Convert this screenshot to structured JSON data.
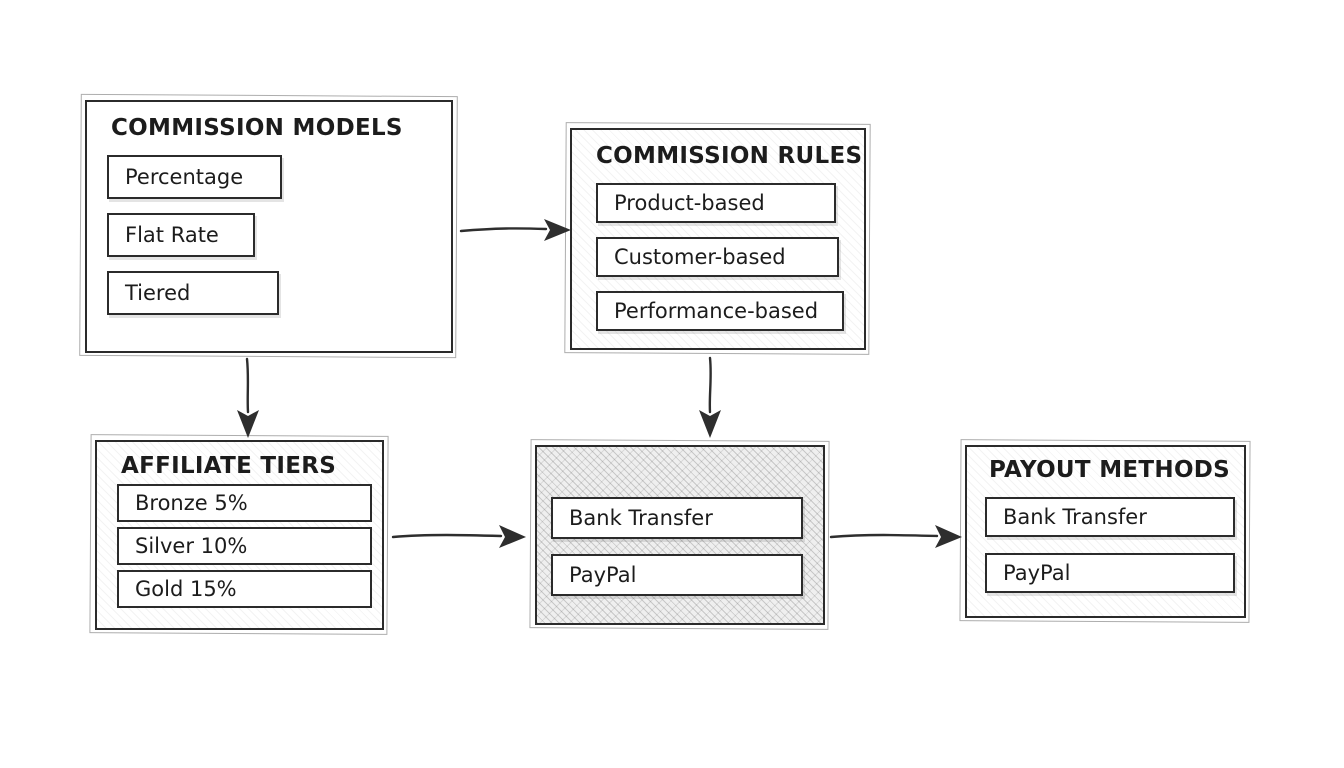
{
  "diagram": {
    "title": "Affiliate commission flow diagram",
    "colors": {
      "ink": "#2b2b2b",
      "background": "#ffffff",
      "hatch_fill": "#efefef"
    },
    "boxes": {
      "commission_models": {
        "title": "COMMISSION MODELS",
        "items": [
          "Percentage",
          "Flat Rate",
          "Tiered"
        ]
      },
      "commission_rules": {
        "title": "COMMISSION RULES",
        "items": [
          "Product-based",
          "Customer-based",
          "Performance-based"
        ]
      },
      "affiliate_tiers": {
        "title": "AFFILIATE TIERS",
        "items": [
          "Bronze 5%",
          "Silver 10%",
          "Gold 15%"
        ]
      },
      "payout_center": {
        "items": [
          "Bank Transfer",
          "PayPal"
        ]
      },
      "payout_methods": {
        "title": "PAYOUT METHODS",
        "items": [
          "Bank Transfer",
          "PayPal"
        ]
      }
    },
    "arrows": [
      {
        "from": "commission_models",
        "to": "commission_rules",
        "direction": "right"
      },
      {
        "from": "commission_models",
        "to": "affiliate_tiers",
        "direction": "down"
      },
      {
        "from": "commission_rules",
        "to": "payout_center",
        "direction": "down"
      },
      {
        "from": "affiliate_tiers",
        "to": "payout_center",
        "direction": "right"
      },
      {
        "from": "payout_center",
        "to": "payout_methods",
        "direction": "right"
      }
    ]
  }
}
